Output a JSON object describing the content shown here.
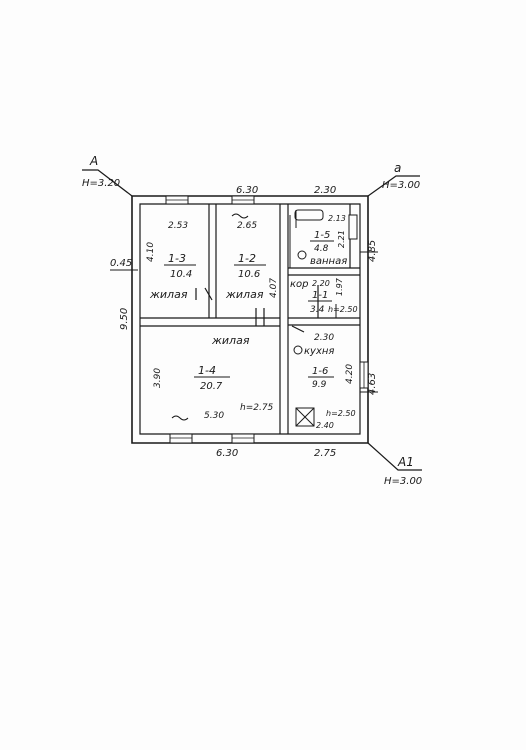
{
  "corners": {
    "top_left_letter": "А",
    "top_left_height": "Н=3.20",
    "top_right_letter": "а",
    "top_right_height": "Н=3.00",
    "bottom_right_letter": "А1",
    "bottom_right_height": "Н=3.00"
  },
  "outer_dims": {
    "top_left": "6.30",
    "top_right": "2.30",
    "left_height": "9.50",
    "left_offset": "0.45",
    "right_upper": "4.85",
    "right_lower": "4.63",
    "bottom_left": "6.30",
    "bottom_right": "2.75"
  },
  "rooms": {
    "r13": {
      "id": "1-3",
      "area": "10.4",
      "type": "жилая",
      "width": "2.53",
      "depth": "4.10"
    },
    "r12": {
      "id": "1-2",
      "area": "10.6",
      "type": "жилая",
      "width": "2.65",
      "depth": "4.07"
    },
    "r15": {
      "id": "1-5",
      "area": "4.8",
      "type": "ванная",
      "width": "2.13",
      "depth": "2.21"
    },
    "r11": {
      "id": "1-1",
      "area": "3.4",
      "type": "кор",
      "width": "2.20",
      "depth": "1.97",
      "height": "h=2.50"
    },
    "r14": {
      "id": "1-4",
      "area": "20.7",
      "type": "жилая",
      "width": "5.30",
      "depth": "3.90",
      "height": "h=2.75"
    },
    "r16": {
      "id": "1-6",
      "area": "9.9",
      "type": "кухня",
      "width_top": "2.30",
      "width_bottom": "2.40",
      "depth": "4.20",
      "height": "h=2.50"
    }
  }
}
